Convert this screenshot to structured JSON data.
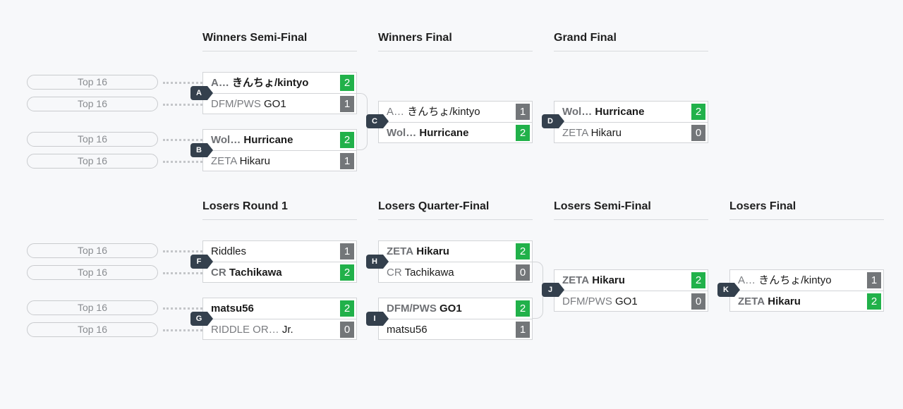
{
  "headers": {
    "winners_semi": "Winners Semi-Final",
    "winners_final": "Winners Final",
    "grand_final": "Grand Final",
    "losers_r1": "Losers Round 1",
    "losers_qf": "Losers Quarter-Final",
    "losers_semi": "Losers Semi-Final",
    "losers_final": "Losers Final"
  },
  "seed_label": "Top 16",
  "matches": {
    "A": {
      "id": "A",
      "p1": {
        "tag": "A…",
        "name": "きんちょ/kintyo",
        "score": "2"
      },
      "p2": {
        "tag": "DFM/PWS",
        "name": "GO1",
        "score": "1"
      }
    },
    "B": {
      "id": "B",
      "p1": {
        "tag": "Wol…",
        "name": "Hurricane",
        "score": "2"
      },
      "p2": {
        "tag": "ZETA",
        "name": "Hikaru",
        "score": "1"
      }
    },
    "C": {
      "id": "C",
      "p1": {
        "tag": "A…",
        "name": "きんちょ/kintyo",
        "score": "1"
      },
      "p2": {
        "tag": "Wol…",
        "name": "Hurricane",
        "score": "2"
      }
    },
    "D": {
      "id": "D",
      "p1": {
        "tag": "Wol…",
        "name": "Hurricane",
        "score": "2"
      },
      "p2": {
        "tag": "ZETA",
        "name": "Hikaru",
        "score": "0"
      }
    },
    "F": {
      "id": "F",
      "p1": {
        "tag": "",
        "name": "Riddles",
        "score": "1"
      },
      "p2": {
        "tag": "CR",
        "name": "Tachikawa",
        "score": "2"
      }
    },
    "G": {
      "id": "G",
      "p1": {
        "tag": "",
        "name": "matsu56",
        "score": "2"
      },
      "p2": {
        "tag": "RIDDLE OR…",
        "name": "Jr.",
        "score": "0"
      }
    },
    "H": {
      "id": "H",
      "p1": {
        "tag": "ZETA",
        "name": "Hikaru",
        "score": "2"
      },
      "p2": {
        "tag": "CR",
        "name": "Tachikawa",
        "score": "0"
      }
    },
    "I": {
      "id": "I",
      "p1": {
        "tag": "DFM/PWS",
        "name": "GO1",
        "score": "2"
      },
      "p2": {
        "tag": "",
        "name": "matsu56",
        "score": "1"
      }
    },
    "J": {
      "id": "J",
      "p1": {
        "tag": "ZETA",
        "name": "Hikaru",
        "score": "2"
      },
      "p2": {
        "tag": "DFM/PWS",
        "name": "GO1",
        "score": "0"
      }
    },
    "K": {
      "id": "K",
      "p1": {
        "tag": "A…",
        "name": "きんちょ/kintyo",
        "score": "1"
      },
      "p2": {
        "tag": "ZETA",
        "name": "Hikaru",
        "score": "2"
      }
    }
  },
  "colors": {
    "win": "#21b14a",
    "loss": "#737679",
    "badge": "#34404d"
  }
}
